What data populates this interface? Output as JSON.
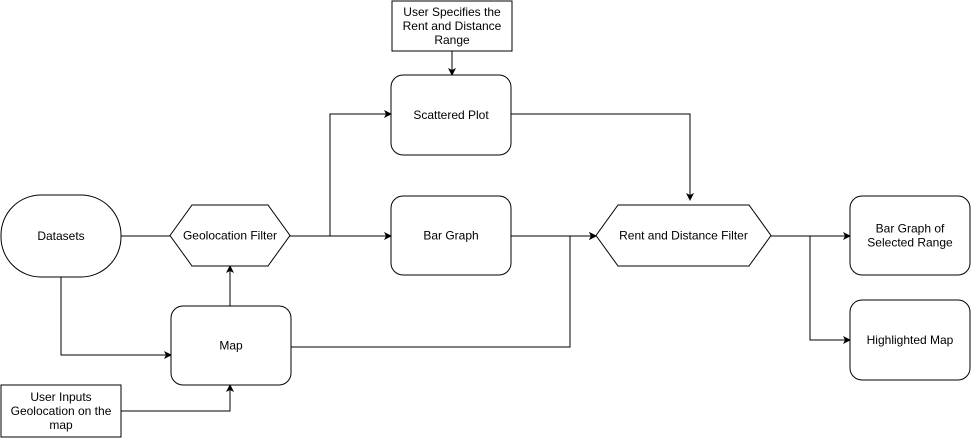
{
  "nodes": {
    "datasets": {
      "label": [
        "Datasets"
      ]
    },
    "geolocation_filter": {
      "label": [
        "Geolocation Filter"
      ]
    },
    "map": {
      "label": [
        "Map"
      ]
    },
    "user_inputs_geolocation": {
      "label": [
        "User Inputs",
        "Geolocation on the",
        "map"
      ]
    },
    "user_specifies_range": {
      "label": [
        "User Specifies the",
        "Rent and Distance",
        "Range"
      ]
    },
    "scattered_plot": {
      "label": [
        "Scattered Plot"
      ]
    },
    "bar_graph": {
      "label": [
        "Bar Graph"
      ]
    },
    "rent_distance_filter": {
      "label": [
        "Rent and Distance Filter"
      ]
    },
    "bar_graph_selected_range": {
      "label": [
        "Bar Graph of",
        "Selected Range"
      ]
    },
    "highlighted_map": {
      "label": [
        "Highlighted Map"
      ]
    }
  },
  "edges": [
    {
      "from": "datasets",
      "to": "geolocation_filter",
      "arrow": false
    },
    {
      "from": "datasets",
      "to": "map",
      "arrow": true
    },
    {
      "from": "map",
      "to": "geolocation_filter",
      "arrow": true
    },
    {
      "from": "user_inputs_geolocation",
      "to": "map",
      "arrow": true
    },
    {
      "from": "geolocation_filter",
      "to": "scattered_plot",
      "arrow": true
    },
    {
      "from": "geolocation_filter",
      "to": "bar_graph",
      "arrow": true
    },
    {
      "from": "user_specifies_range",
      "to": "scattered_plot",
      "arrow": true
    },
    {
      "from": "scattered_plot",
      "to": "rent_distance_filter",
      "arrow": true
    },
    {
      "from": "bar_graph",
      "to": "rent_distance_filter",
      "arrow": true
    },
    {
      "from": "map",
      "to": "rent_distance_filter",
      "arrow": true
    },
    {
      "from": "rent_distance_filter",
      "to": "bar_graph_selected_range",
      "arrow": true
    },
    {
      "from": "rent_distance_filter",
      "to": "highlighted_map",
      "arrow": true
    }
  ]
}
